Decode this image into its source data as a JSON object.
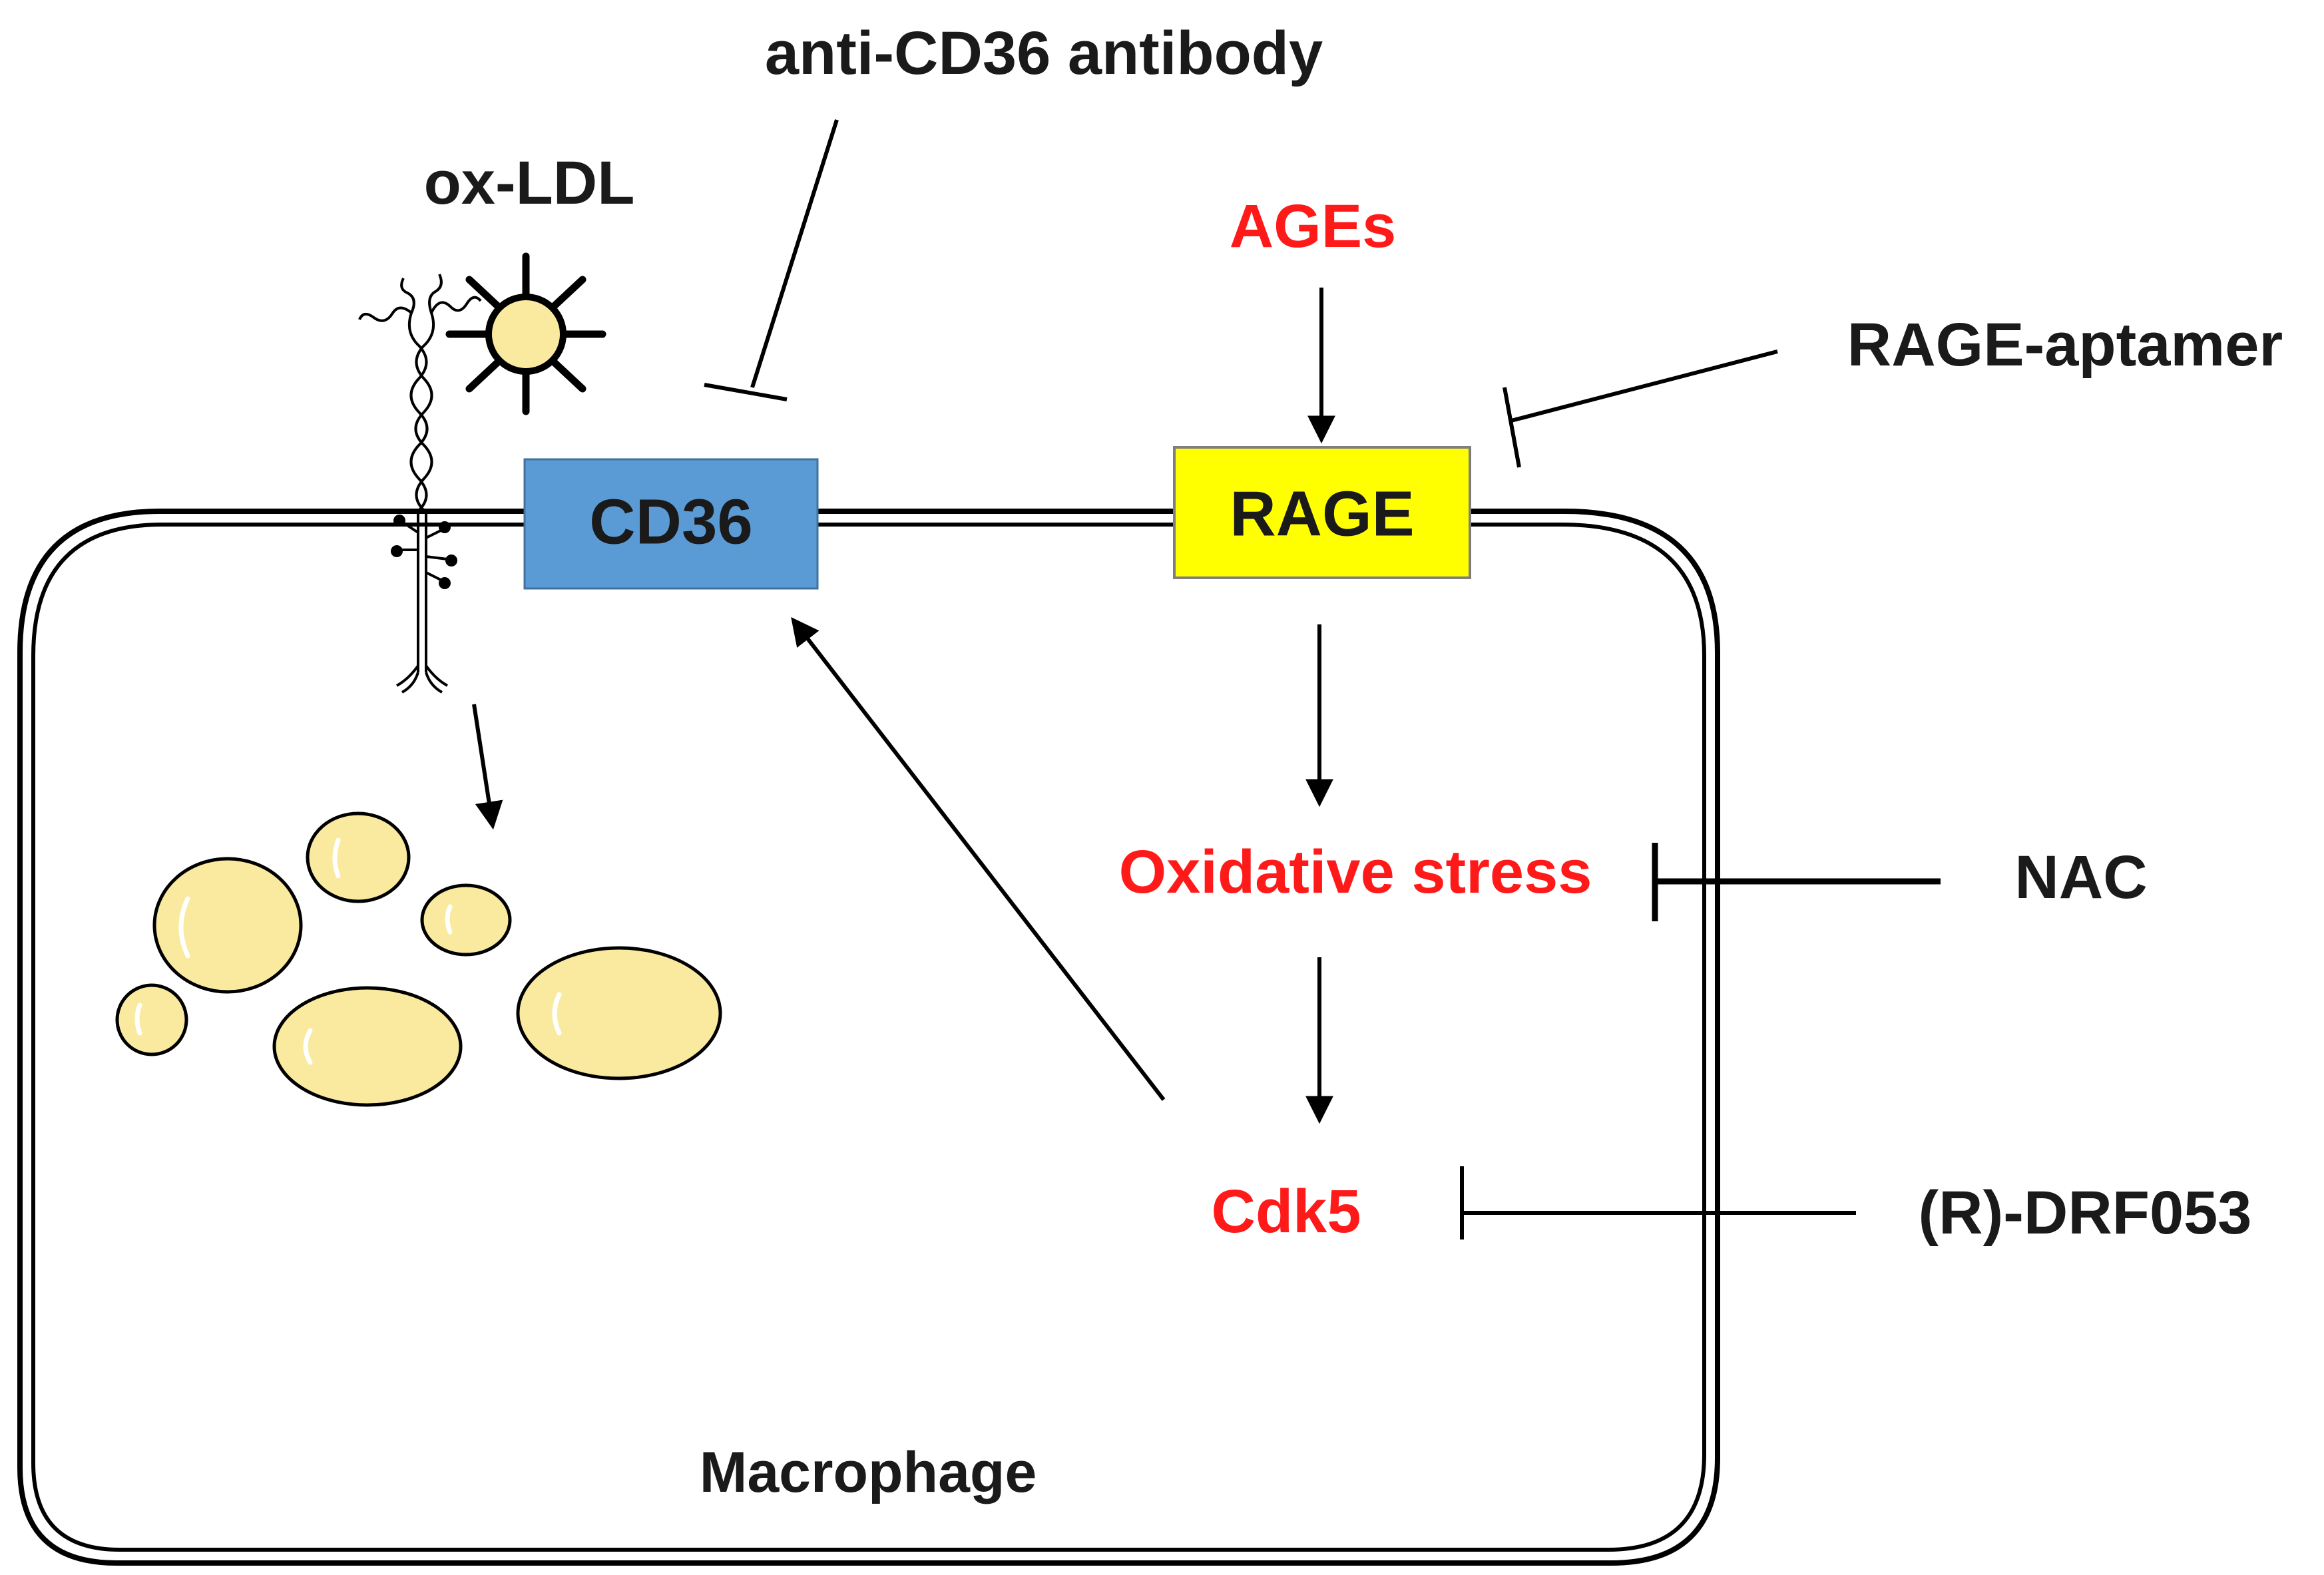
{
  "labels": {
    "ox_ldl": "ox-LDL",
    "anti_cd36": "anti-CD36 antibody",
    "ages": "AGEs",
    "rage_aptamer": "RAGE-aptamer",
    "cd36": "CD36",
    "rage": "RAGE",
    "oxidative_stress": "Oxidative stress",
    "nac": "NAC",
    "cdk5": "Cdk5",
    "drf053": "(R)-DRF053",
    "macrophage": "Macrophage"
  },
  "colors": {
    "text": "#1a1a1a",
    "highlight_text": "#ff1a1a",
    "cd36_fill": "#5b9bd5",
    "rage_fill": "#ffff00",
    "lipid_fill": "#faeaa0",
    "line": "#000000"
  }
}
